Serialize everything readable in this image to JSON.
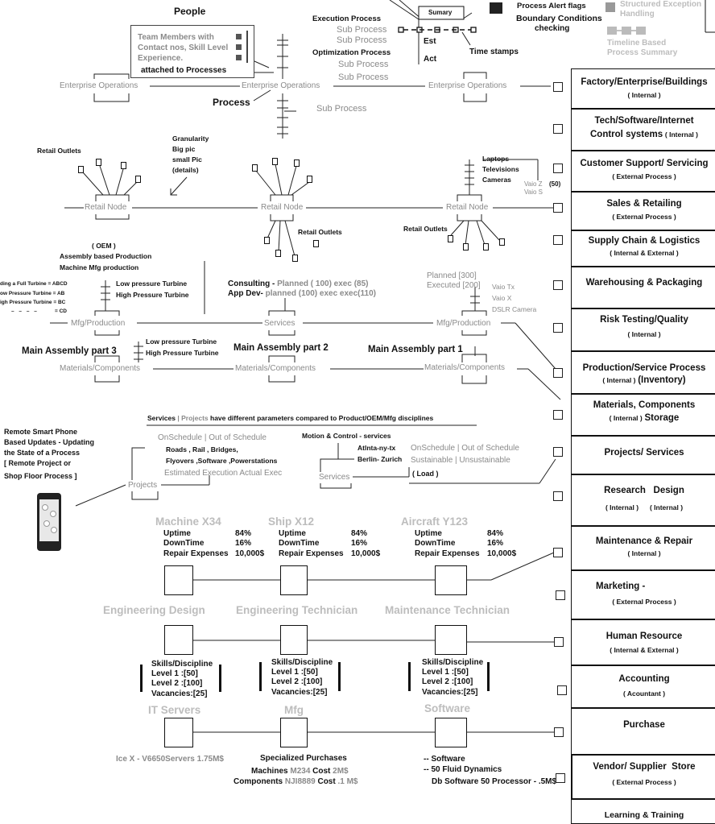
{
  "top": {
    "people": "People",
    "team_lines": [
      "Team Members with",
      "Contact nos, Skill Level",
      "Experience."
    ],
    "team_attached": "attached to Processes",
    "process": "Process",
    "sub_process_right": "Sub Process",
    "execution_process": "Execution Process",
    "optimization_process": "Optimization Process",
    "sub_process": "Sub Process",
    "summary": "Sumary",
    "est": "Est",
    "act": "Act",
    "time_stamps": "Time stamps",
    "enterprise_ops": "Enterprise Operations"
  },
  "legend": {
    "alert": "Process Alert flags",
    "boundary_1": "Boundary Conditions",
    "boundary_2": "checking",
    "structured_1": "Structured Exception",
    "structured_2": "Handling",
    "timeline_1": "Timeline Based",
    "timeline_2": "Process Summary"
  },
  "retail": {
    "outlets": "Retail Outlets",
    "granularity": [
      "Granularity",
      "Big pic",
      "small Pic",
      "(details)"
    ],
    "node": "Retail Node",
    "laptops": "Laptops",
    "televisions": "Televisions",
    "cameras": "Cameras",
    "vaio_z": "Vaio Z",
    "vaio_s": "Vaio S",
    "fifty": "(50)"
  },
  "mfg": {
    "oem": "( OEM )",
    "assembly": "Assembly based Production",
    "machine": "Machine Mfg production",
    "turbine_lines": [
      "ding a Full Turbine = ABCD",
      "ow Pressure Turbine = AB",
      "igh Pressure Turbine = BC",
      "=  CD"
    ],
    "low": "Low pressure Turbine",
    "high": "High Pressure Turbine",
    "consulting_a": "Consulting - ",
    "consulting_b": "Planned ( 100) exec (85)",
    "appdev_a": "App Dev- ",
    "appdev_b": "planned (100) exec exec(110)",
    "planned": "Planned [300]",
    "executed": "Executed [200]",
    "vaio_tx": "Vaio Tx",
    "vaio_x": "Vaio X",
    "dslr": "DSLR Camera",
    "mfg_prod": "Mfg/Production",
    "services": "Services",
    "main3": "Main Assembly part 3",
    "main2": "Main Assembly part 2",
    "main1": "Main Assembly part 1",
    "materials": "Materials/Components"
  },
  "projects": {
    "heading_a": "Services",
    "heading_b": " | Projects ",
    "heading_c": "have different parameters compared to Product/OEM/Mfg disciplines",
    "remote": [
      "Remote Smart Phone",
      "Based Updates - Updating",
      "the State of a Process",
      "[ Remote Project or",
      "Shop Floor Process ]"
    ],
    "onschedule": "OnSchedule | Out of Schedule",
    "roads": "Roads , Rail , Bridges,",
    "flyovers": "Flyovers ,Software ,Powerstations",
    "estimated": "Estimated Execution Actual Exec",
    "projects": "Projects",
    "motion": "Motion & Control - services",
    "atlanta": "Atlnta-ny-tx",
    "berlin": "Berlin- Zurich",
    "onschedule2": "OnSchedule | Out of Schedule",
    "sustainable": "Sustainable | Unsustainable",
    "load": "( Load )",
    "services": "Services"
  },
  "assets": [
    {
      "title": "Machine X34",
      "uptime": "Uptime",
      "uptime_v": "84%",
      "down": "DownTime",
      "down_v": "16%",
      "repair": "Repair Expenses",
      "repair_v": "10,000$"
    },
    {
      "title": "Ship X12",
      "uptime": "Uptime",
      "uptime_v": "84%",
      "down": "DownTime",
      "down_v": "16%",
      "repair": "Repair Expenses",
      "repair_v": "10,000$"
    },
    {
      "title": "Aircraft Y123",
      "uptime": "Uptime",
      "uptime_v": "84%",
      "down": "DownTime",
      "down_v": "16%",
      "repair": "Repair Expenses",
      "repair_v": "10,000$"
    }
  ],
  "roles": [
    {
      "title": "Engineering Design",
      "skills": "Skills/Discipline",
      "l1": "Level 1 :[50]",
      "l2": "Level 2 :[100]",
      "vac": "Vacancies:[25]"
    },
    {
      "title": "Engineering Technician",
      "skills": "Skills/Discipline",
      "l1": "Level 1 :[50]",
      "l2": "Level 2 :[100]",
      "vac": "Vacancies:[25]"
    },
    {
      "title": "Maintenance Technician",
      "skills": "Skills/Discipline",
      "l1": "Level 1 :[50]",
      "l2": "Level 2 :[100]",
      "vac": "Vacancies:[25]"
    }
  ],
  "purchases": {
    "it_title": "IT Servers",
    "mfg_title": "Mfg",
    "sw_title": "Software",
    "ice": "Ice X - V6650Servers 1.75M$",
    "specialized": "Specialized Purchases",
    "machines_a": "Machines ",
    "machines_b": "M234",
    "machines_c": "  Cost ",
    "machines_d": "  2M$",
    "components_a": "Components ",
    "components_b": "NJI8889",
    "components_c": " Cost ",
    "components_d": " .1 M$",
    "sw1": "-- Software",
    "sw2": "-- 50 Fluid Dynamics",
    "sw3": "Db Software 50 Processor - .5M$"
  },
  "panels": [
    {
      "title": "Factory/Enterprise/Buildings",
      "sub": "( Internal )"
    },
    {
      "title": "Tech/Software/Internet",
      "title2": "Control systems",
      "sub": "( Internal )"
    },
    {
      "title": "Customer Support/ Servicing",
      "sub": "( External Process )"
    },
    {
      "title": "Sales & Retailing",
      "sub": "( External Process )"
    },
    {
      "title": "Supply Chain & Logistics",
      "sub": "( Internal & External )"
    },
    {
      "title": "Warehousing & Packaging",
      "sub": ""
    },
    {
      "title": "Risk Testing/Quality",
      "sub": "( Internal )"
    },
    {
      "title": "Production/Service Process",
      "sub": "( Internal )",
      "sub2": "(Inventory)"
    },
    {
      "title": "Materials, Components",
      "title2": "Storage",
      "sub": "( Internal )"
    },
    {
      "title": "Projects/ Services",
      "sub": ""
    },
    {
      "title": "Research   Design",
      "sub": "( Internal )",
      "sub2": "( Internal )"
    },
    {
      "title": "Maintenance & Repair",
      "sub": "( Internal )"
    },
    {
      "title": "Marketing -",
      "sub": "( External Process )"
    },
    {
      "title": "Human Resource",
      "sub": "( Internal & External )"
    },
    {
      "title": "Accounting",
      "sub": "( Acountant )"
    },
    {
      "title": "Purchase",
      "sub": ""
    },
    {
      "title": "Vendor/ Supplier  Store",
      "sub": "( External Process )"
    },
    {
      "title": "Learning & Training",
      "sub": ""
    }
  ]
}
